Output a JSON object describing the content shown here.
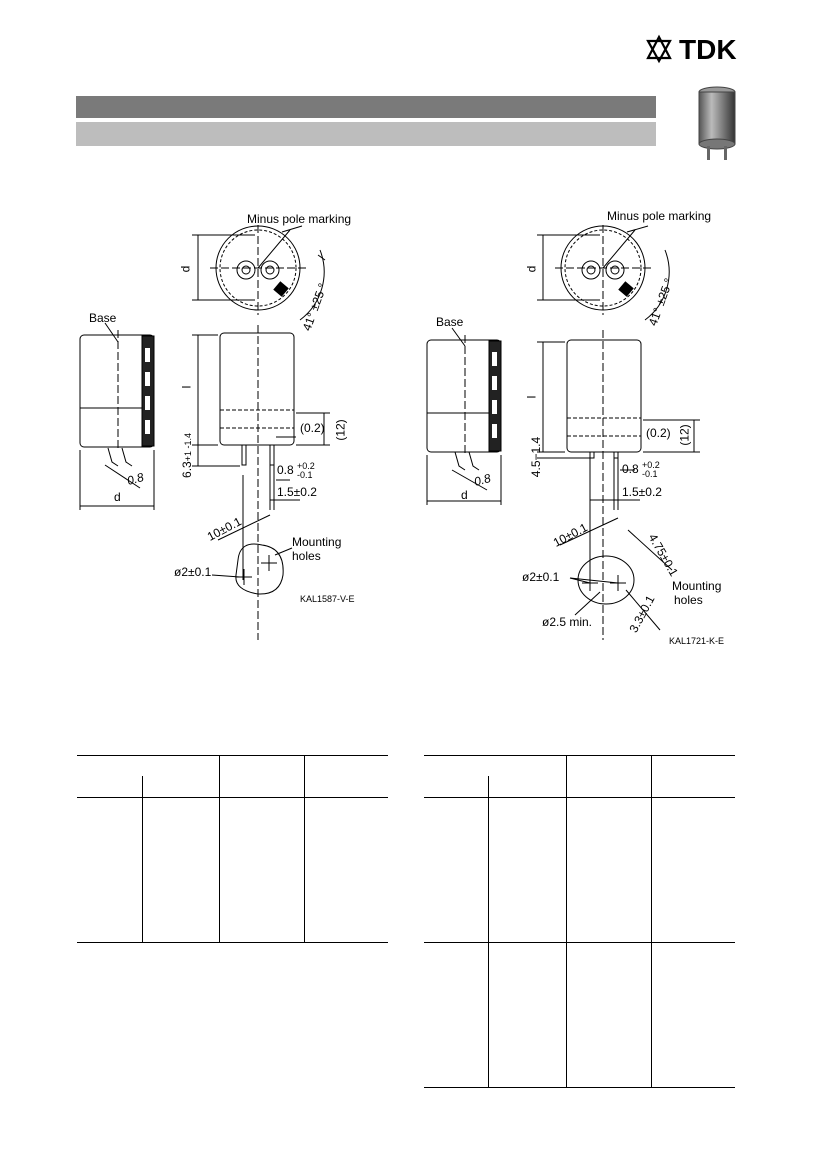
{
  "brand": "TDK",
  "drawing_left": {
    "code": "KAL1587-V-E",
    "minus_pole": "Minus pole marking",
    "base": "Base",
    "d_top": "d",
    "d_side": "d",
    "l": "l",
    "angle": "41° ±25 °",
    "dim_02": "(0.2)",
    "dim_12": "(12)",
    "pin_len": "6.3+1−1.4",
    "pin_len_main": "6.3",
    "pin_len_tol": "+1 -1.4",
    "pin_w": "0.8",
    "pin_w_tol_up": "+0.2",
    "pin_w_tol_dn": "-0.1",
    "pin_t": "1.5±0.2",
    "lead": "0.8",
    "pitch": "10±0.1",
    "hole": "ø2±0.1",
    "mounting": "Mounting",
    "holes": "holes"
  },
  "drawing_right": {
    "code": "KAL1721-K-E",
    "minus_pole": "Minus pole marking",
    "base": "Base",
    "d_top": "d",
    "d_side": "d",
    "l": "l",
    "angle": "41° ±25 °",
    "dim_02": "(0.2)",
    "dim_12": "(12)",
    "pin_len": "4.5−1.4",
    "pin_w": "0.8",
    "pin_w_tol_up": "+0.2",
    "pin_w_tol_dn": "-0.1",
    "pin_t": "1.5±0.2",
    "lead": "0.8",
    "pitch": "10±0.1",
    "offset": "4.75±0.1",
    "hole": "ø2±0.1",
    "min_hole": "ø2.5 min.",
    "spacing": "3.3±0.1",
    "mounting": "Mounting",
    "holes": "holes"
  },
  "colors": {
    "band_dark": "#7a7a7a",
    "band_light": "#bdbdbd"
  }
}
